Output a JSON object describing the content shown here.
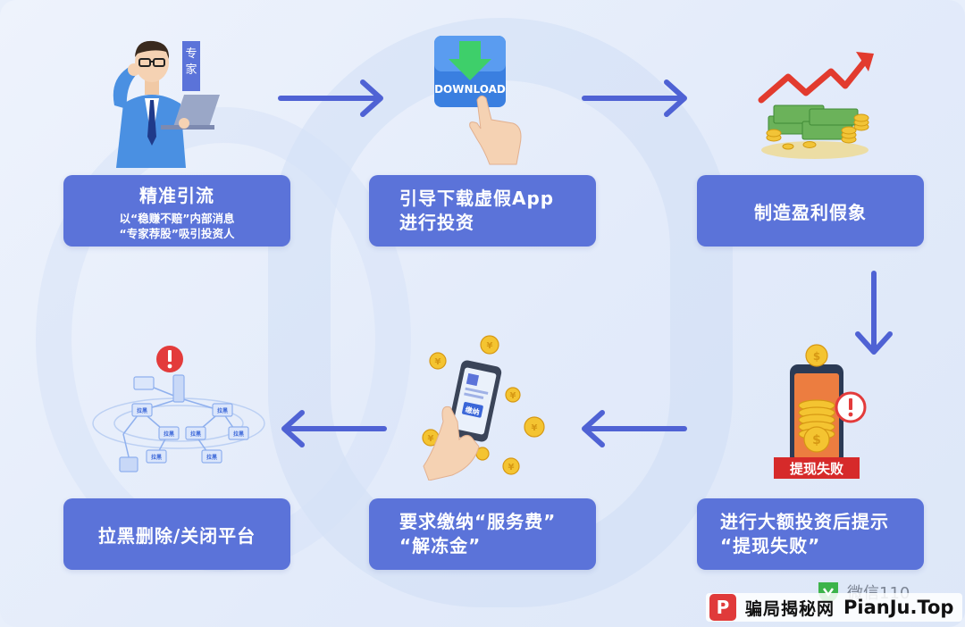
{
  "steps": [
    {
      "title": "精准引流",
      "sub_line1": "以“稳赚不赔”内部消息",
      "sub_line2": "“专家荐股”吸引投资人"
    },
    {
      "title_line1": "引导下载虚假App",
      "title_line2": "进行投资"
    },
    {
      "title": "制造盈利假象"
    },
    {
      "title_line1": "进行大额投资后提示",
      "title_line2": "“提现失败”"
    },
    {
      "title_line1": "要求缴纳“服务费”",
      "title_line2": "“解冻金”"
    },
    {
      "title": "拉黑删除/关闭平台"
    }
  ],
  "illustrations": {
    "expert_badge": "专家",
    "download_label": "DOWNLOAD",
    "withdraw_fail_label": "提现失败",
    "phone_pay_label": "缴纳",
    "network_node_label": "拉黑",
    "coin_symbol": "¥"
  },
  "footer": {
    "wechat_label": "微信110",
    "brand_logo_letter": "P",
    "brand_cn": "骗局揭秘网",
    "brand_en": "PianJu.Top"
  },
  "colors": {
    "box": "#5b73d9",
    "arrow": "#4f62d4",
    "alert": "#e33b3b",
    "background": "#e8effb"
  },
  "icons": [
    "expert-icon",
    "download-icon",
    "profit-chart-icon",
    "withdraw-fail-icon",
    "phone-payment-icon",
    "network-blocked-icon",
    "arrow-right-icon",
    "arrow-down-icon",
    "arrow-left-icon"
  ]
}
